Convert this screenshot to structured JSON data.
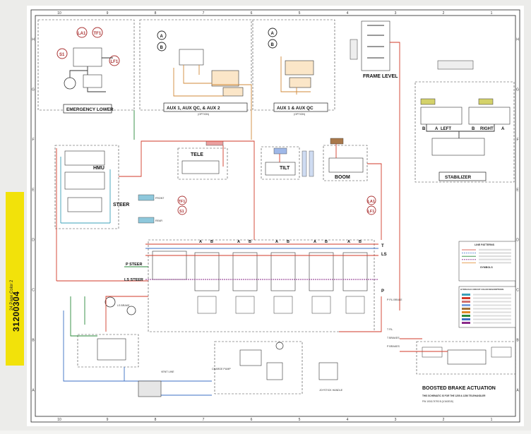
{
  "sidebar": {
    "part_number": "31200304",
    "subtitle": "24 Page Color 2",
    "color": "#f2e20a"
  },
  "grid": {
    "columns_top": [
      "10",
      "9",
      "8",
      "7",
      "6",
      "5",
      "4",
      "3",
      "2",
      "1"
    ],
    "columns_bottom": [
      "10",
      "9",
      "8",
      "7",
      "6",
      "5",
      "4",
      "3",
      "2",
      "1"
    ],
    "rows_left": [
      "H",
      "G",
      "F",
      "E",
      "D",
      "C",
      "B",
      "A"
    ],
    "rows_right": [
      "H",
      "G",
      "F",
      "E",
      "D",
      "C",
      "B",
      "A"
    ]
  },
  "panels": {
    "emergency_lower": "EMERGENCY LOWER",
    "aux": "AUX 1, AUX QC, & AUX 2",
    "aux_option": "(OPTION)",
    "aux_qc": "AUX 1 & AUX QC",
    "aux_qc_option": "(OPTION)",
    "frame_level": "FRAME LEVEL",
    "stabilizer": "STABILIZER",
    "boosted_brake": "BOOSTED BRAKE ACTUATION"
  },
  "circuits": {
    "tele": "TELE",
    "tilt": "TILT",
    "boom": "BOOM",
    "hmu": "HMU",
    "steer": "STEER",
    "left": "LEFT",
    "right": "RIGHT",
    "front": "FRONT",
    "rear": "REAR"
  },
  "solenoids": {
    "la1": "LA1",
    "tf1": "TF1",
    "s1": "S1",
    "lf1": "LF1",
    "la1b": "LA1",
    "lf1b": "LF1",
    "tf1b": "TF1",
    "s1b": "S1",
    "a": "A",
    "b": "B"
  },
  "ports": {
    "p_steer": "P STEER",
    "ls_steer": "LS STEER",
    "t": "T",
    "ls": "LS",
    "p": "P",
    "p_fil_brake": "P FIL BRAKE",
    "t_fil": "T FIL",
    "t_brakes": "T BRAKES",
    "p_brakes": "P BRAKES",
    "ls_brake": "LS BRAKE",
    "vent_line": "VENT LINE",
    "charge_pump": "CHARGE PUMP",
    "joystick": "JOYSTICK HANDLE"
  },
  "legend": {
    "line_patterns": "LINE PATTERNS",
    "symbols": "SYMBOLS",
    "hydraulic_colors": "HYDRAULIC CIRCUIT COLOR DESCRIPTIONS"
  },
  "footer": {
    "note": "THIS SCHEMATIC IS FOR THE 1255 & 1256 TELEHANDLER",
    "part": "P/N 1001174793 B (1/16/2015)"
  },
  "colors": {
    "pressure": "#d23a2a",
    "tank": "#3b6fc4",
    "pilot": "#2a8a3a",
    "load_sense": "#8a2a8a",
    "drain": "#e08a2a",
    "steer": "#3aa0b8",
    "tele": "#d07070",
    "tilt": "#7aa0e0",
    "boom": "#a0703a"
  }
}
